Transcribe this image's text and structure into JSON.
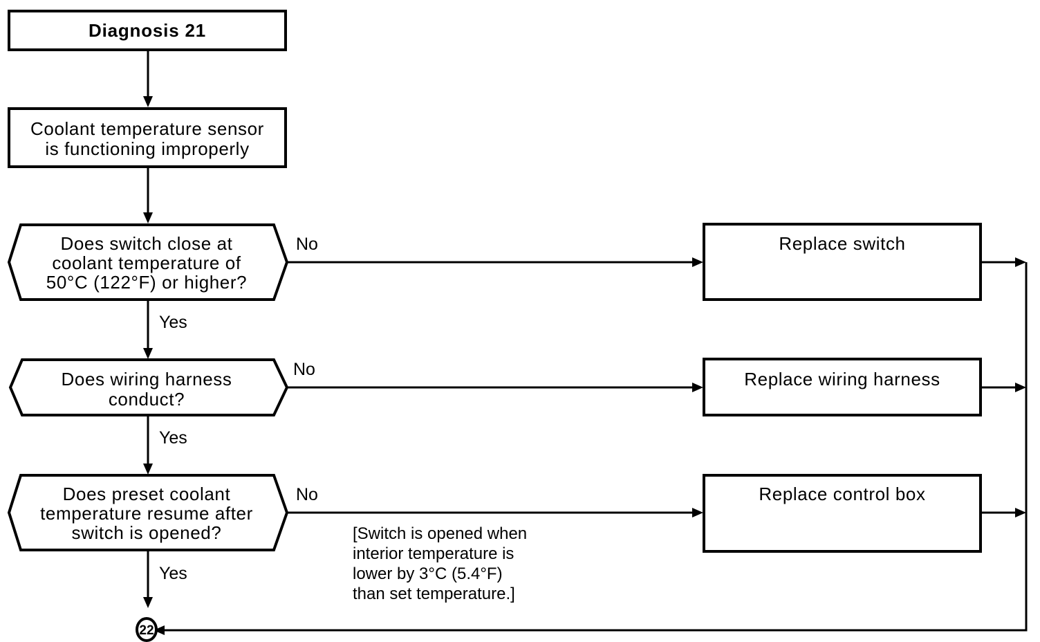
{
  "diagram": {
    "type": "flowchart",
    "title": "Diagnosis 21",
    "colors": {
      "stroke": "#000000",
      "background": "#ffffff",
      "text": "#000000"
    },
    "nodes": {
      "title_box": {
        "label": "Diagnosis 21"
      },
      "symptom_box": {
        "line1": "Coolant temperature sensor",
        "line2": "is functioning improperly"
      },
      "decision1": {
        "line1": "Does switch close at",
        "line2": "coolant temperature of",
        "line3": "50°C (122°F) or higher?"
      },
      "decision2": {
        "line1": "Does wiring harness",
        "line2": "conduct?"
      },
      "decision3": {
        "line1": "Does preset coolant",
        "line2": "temperature resume after",
        "line3": "switch is opened?"
      },
      "action1": {
        "label": "Replace switch"
      },
      "action2": {
        "label": "Replace wiring harness"
      },
      "action3": {
        "label": "Replace control box"
      },
      "connector": {
        "label": "22"
      }
    },
    "branch_labels": {
      "no1": "No",
      "yes1": "Yes",
      "no2": "No",
      "yes2": "Yes",
      "no3": "No",
      "yes3": "Yes"
    },
    "note": {
      "line1": "[Switch is opened when",
      "line2": "interior temperature is",
      "line3": "lower by 3°C (5.4°F)",
      "line4": "than set temperature.]"
    }
  }
}
